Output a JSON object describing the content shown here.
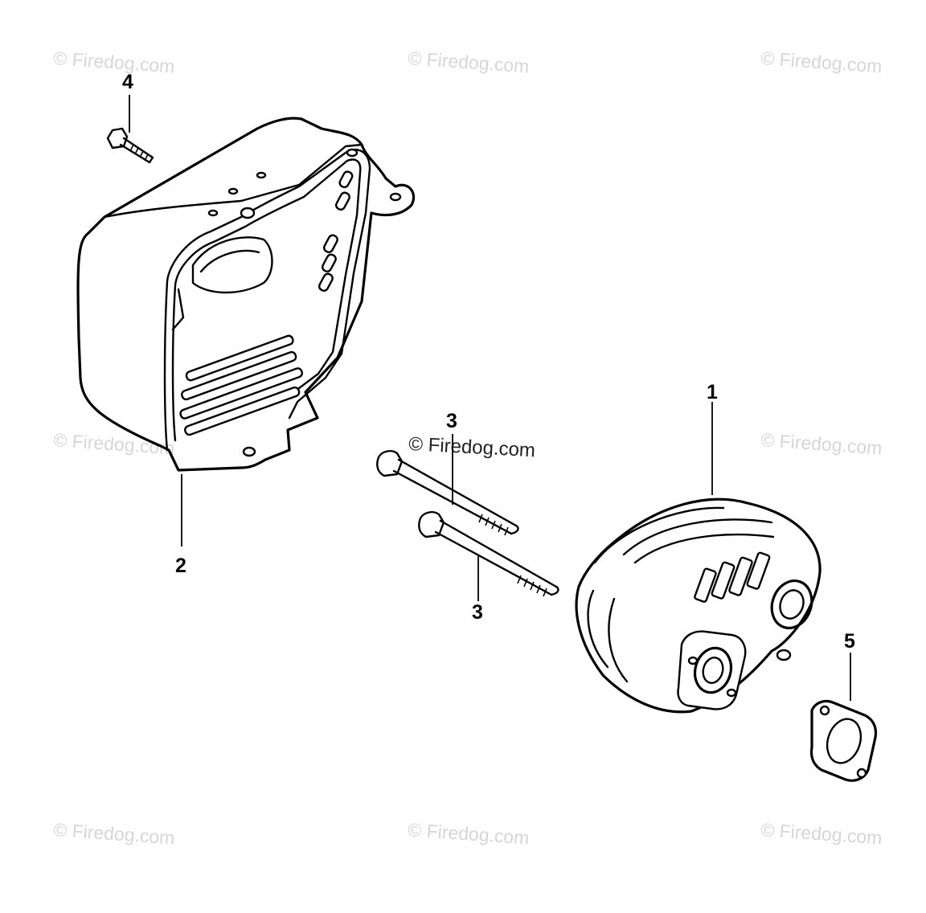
{
  "watermarks": {
    "text": "© Firedog.com",
    "center_text": "© Firedog.com"
  },
  "callouts": {
    "part_1": "1",
    "part_2": "2",
    "part_3_upper": "3",
    "part_3_lower": "3",
    "part_4": "4",
    "part_5": "5"
  }
}
